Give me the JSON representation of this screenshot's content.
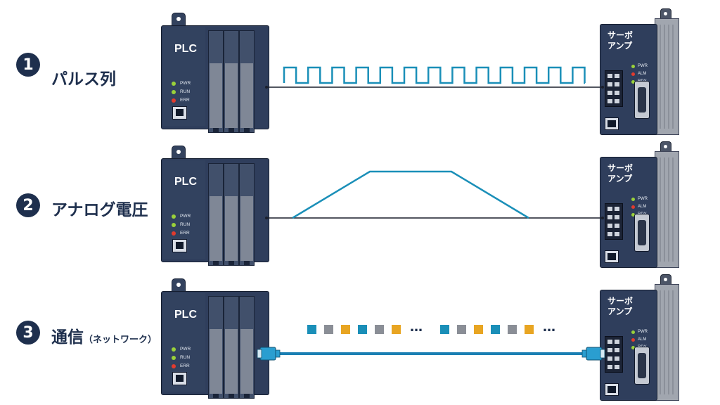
{
  "rows": [
    {
      "num": "1",
      "label": "パルス列"
    },
    {
      "num": "2",
      "label": "アナログ電圧"
    },
    {
      "num": "3",
      "label": "通信",
      "label_sub": "（ネットワーク）"
    }
  ],
  "plc": {
    "title": "PLC",
    "leds": [
      {
        "label": "PWR",
        "color": "#9ad13a"
      },
      {
        "label": "RUN",
        "color": "#9ad13a"
      },
      {
        "label": "ERR",
        "color": "#e23b2e"
      }
    ]
  },
  "servo": {
    "title_line1": "サーボ",
    "title_line2": "アンプ",
    "leds": [
      {
        "label": "PWR",
        "color": "#9ad13a"
      },
      {
        "label": "ALM",
        "color": "#e23b2e"
      },
      {
        "label": "RDY",
        "color": "#9ad13a"
      }
    ]
  },
  "network": {
    "ellipsis": "…",
    "packet_colors": [
      "#1a8fb8",
      "#8a8e96",
      "#e8a522",
      "#1a8fb8",
      "#8a8e96",
      "#e8a522"
    ]
  },
  "colors": {
    "navy": "#1e2f4d",
    "signal": "#1a8fb8",
    "wire": "#1a1f2b",
    "cable": "#1a7fb3"
  }
}
